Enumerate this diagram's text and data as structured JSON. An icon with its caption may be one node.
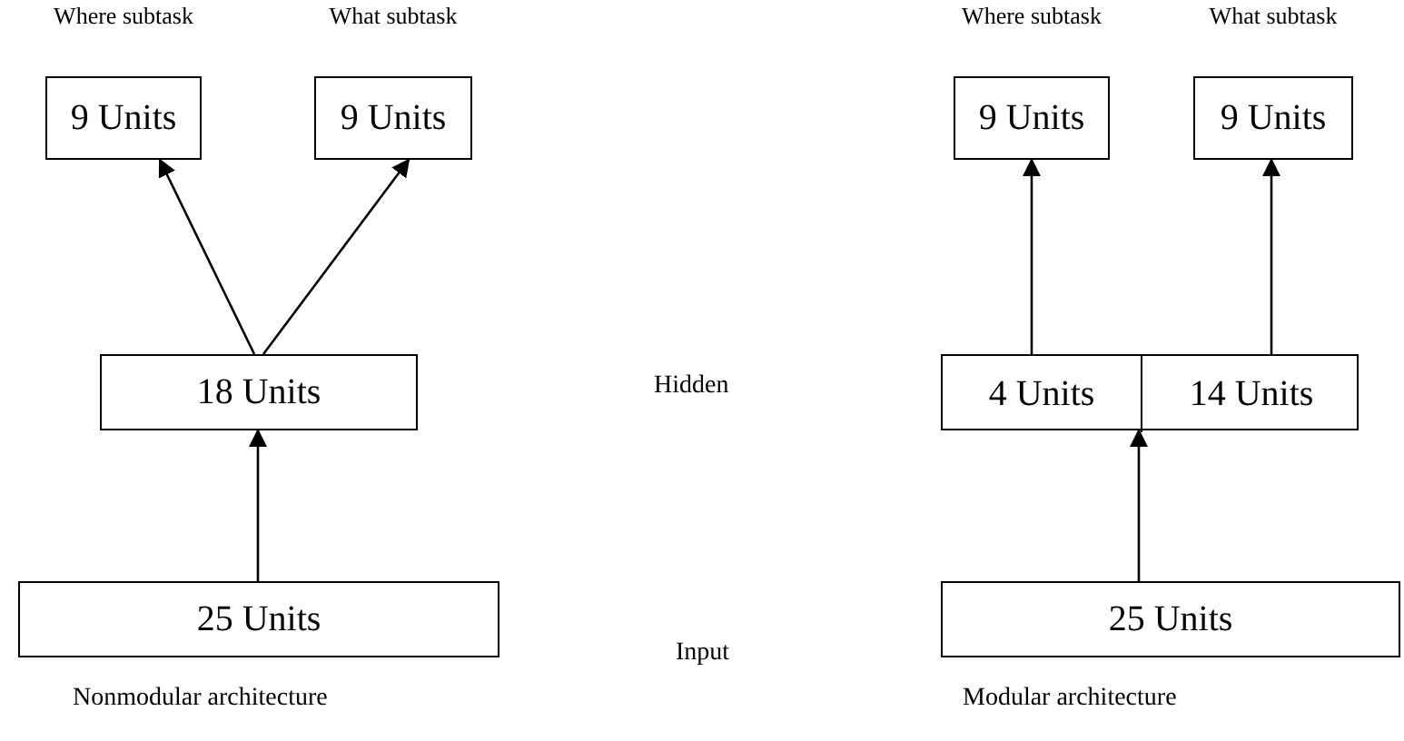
{
  "diagram": {
    "nodes": [
      {
        "text": [
          "9 Units"
        ],
        "beside": [
          "Where subtask"
        ]
      },
      {
        "text": [
          "9 Units"
        ],
        "beside": [
          "What subtask"
        ]
      },
      {
        "text": [
          "9 Units"
        ],
        "beside": [
          "Where subtask"
        ]
      },
      {
        "text": [
          "9 Units"
        ],
        "beside": [
          "What subtask"
        ]
      },
      {
        "text": [
          "18 Units"
        ]
      },
      {
        "text": [],
        "shape": "box"
      },
      {
        "text": [
          "4 Units"
        ],
        "in": 5
      },
      {
        "text": [
          "14 Units"
        ],
        "in": 5
      },
      {
        "text": [
          "25 Units"
        ]
      },
      {
        "text": [
          "25 Units"
        ]
      }
    ],
    "edges": [
      {
        "from": 4,
        "to": 0,
        "arrow": "to"
      },
      {
        "from": 4,
        "to": 1,
        "arrow": "to"
      },
      {
        "from": 8,
        "to": 4,
        "arrow": "to"
      },
      {
        "from": 6,
        "to": 2,
        "arrow": "to"
      },
      {
        "from": 7,
        "to": 3,
        "arrow": "to"
      },
      {
        "from": 9,
        "to": 5,
        "arrow": "to"
      }
    ],
    "labels": [
      "Hidden",
      "Input",
      "Nonmodular architecture",
      "Modular architecture"
    ]
  }
}
